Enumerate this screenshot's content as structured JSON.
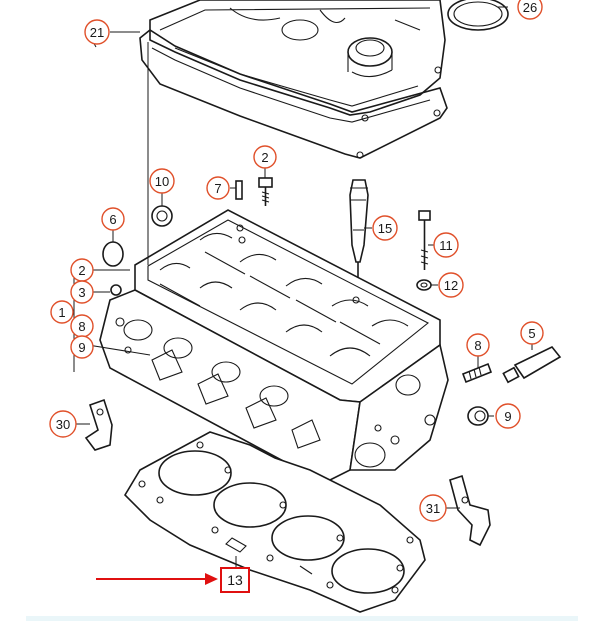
{
  "diagram": {
    "callouts": [
      {
        "id": "c21",
        "label": "21"
      },
      {
        "id": "c26",
        "label": "26"
      },
      {
        "id": "c2a",
        "label": "2"
      },
      {
        "id": "c10",
        "label": "10"
      },
      {
        "id": "c7",
        "label": "7"
      },
      {
        "id": "c15",
        "label": "15"
      },
      {
        "id": "c11",
        "label": "11"
      },
      {
        "id": "c12",
        "label": "12"
      },
      {
        "id": "c6",
        "label": "6"
      },
      {
        "id": "c2b",
        "label": "2"
      },
      {
        "id": "c3",
        "label": "3"
      },
      {
        "id": "c1",
        "label": "1"
      },
      {
        "id": "c8a",
        "label": "8"
      },
      {
        "id": "c9a",
        "label": "9"
      },
      {
        "id": "c5",
        "label": "5"
      },
      {
        "id": "c8b",
        "label": "8"
      },
      {
        "id": "c9b",
        "label": "9"
      },
      {
        "id": "c30",
        "label": "30"
      },
      {
        "id": "c31",
        "label": "31"
      }
    ],
    "highlight": {
      "label": "13"
    },
    "colors": {
      "accent": "#e0502a",
      "highlight": "#e01010",
      "line": "#1a1a1a"
    }
  }
}
